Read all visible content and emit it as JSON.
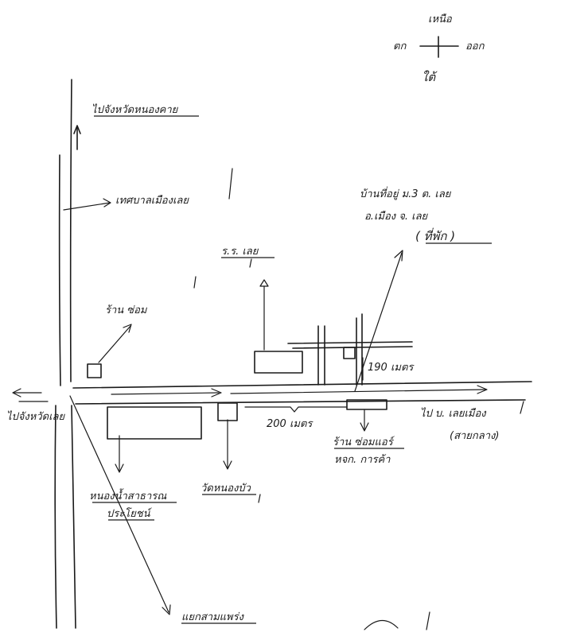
{
  "compass": {
    "north": "เหนือ",
    "west": "ตก",
    "east": "ออก",
    "south": "ใต้"
  },
  "labels": {
    "to_nongkhai": "ไปจังหวัดหนองคาย",
    "city_limit": "เทศบาลเมืองเลย",
    "destination_address_1": "บ้านที่อยู่ ม.3 ต. เลย",
    "destination_address_2": "อ.เมือง จ. เลย",
    "destination_note": "( ที่พัก )",
    "school": "ร.ร. เลย",
    "shop": "ร้าน ซ่อม",
    "distance_north": "190 เมตร",
    "distance_road": "200 เมตร",
    "turn_left": "ไปจังหวัดเลย",
    "right_road_1": "ไป บ. เลยเมือง",
    "right_road_2": "(สายกลาง)",
    "shop_below_1": "ร้าน ซ่อมแอร์",
    "shop_below_2": "หจก. การค้า",
    "pond_1": "หนองน้ำสาธารณ",
    "pond_2": "ประโยชน์",
    "temple": "วัดหนองบัว",
    "junction": "แยกสามแพร่ง"
  },
  "icons": {
    "compass": "compass-cross-icon",
    "arrow": "arrow-head-icon"
  }
}
